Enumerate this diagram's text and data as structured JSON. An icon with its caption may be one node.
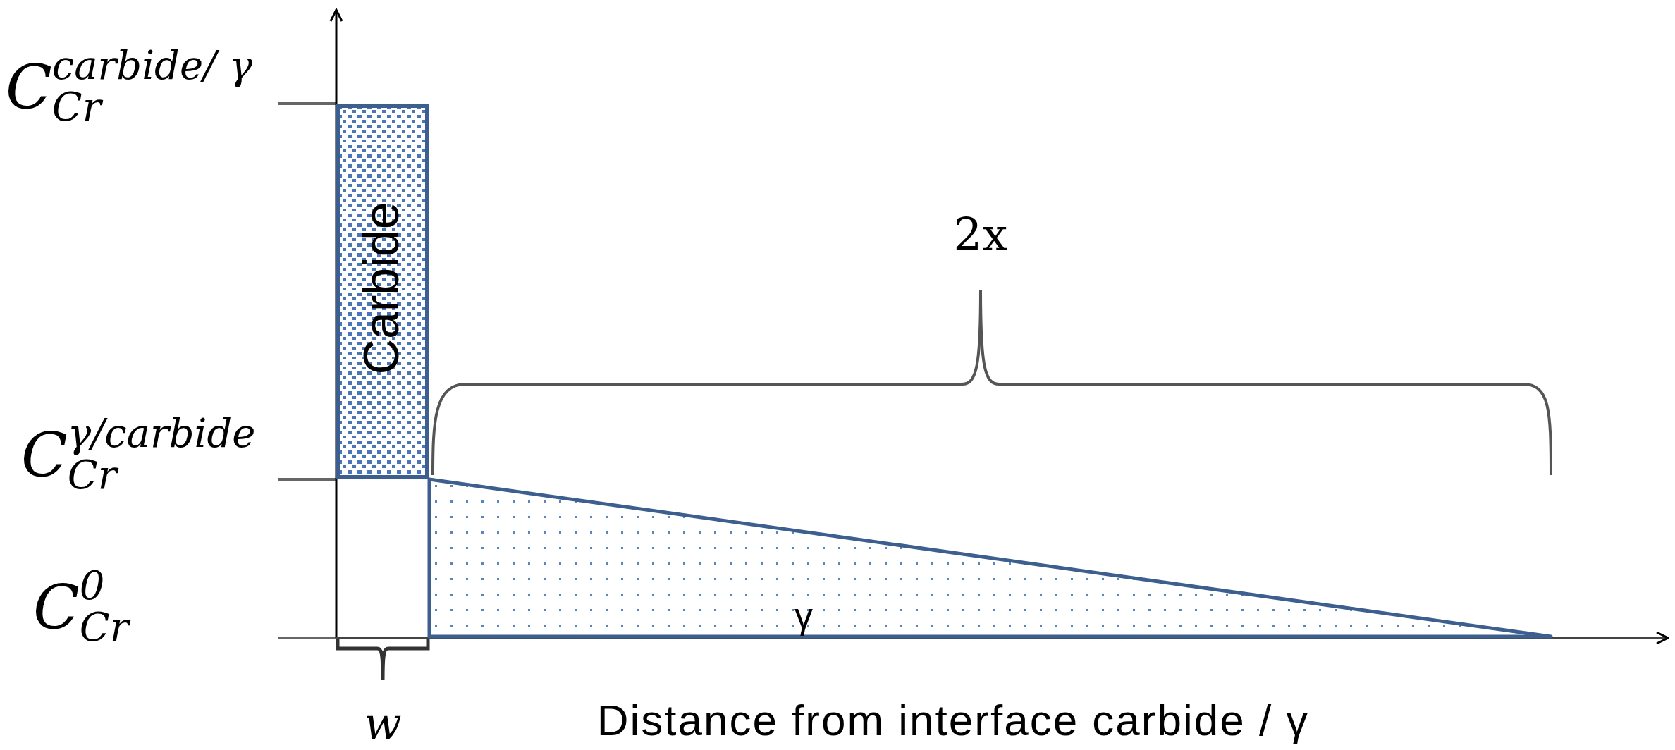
{
  "diagram": {
    "nodes": [
      {
        "text": [
          "Carbide"
        ]
      },
      {
        "text": [
          "γ"
        ]
      }
    ],
    "labels": [
      "C$_{Cr}$$^{carbide/ γ}$",
      "C$_{Cr}$$^{γ/carbide}$",
      "C$_{Cr}$$^{0}$",
      "2x",
      "w",
      "Distance from interface carbide / γ"
    ]
  }
}
